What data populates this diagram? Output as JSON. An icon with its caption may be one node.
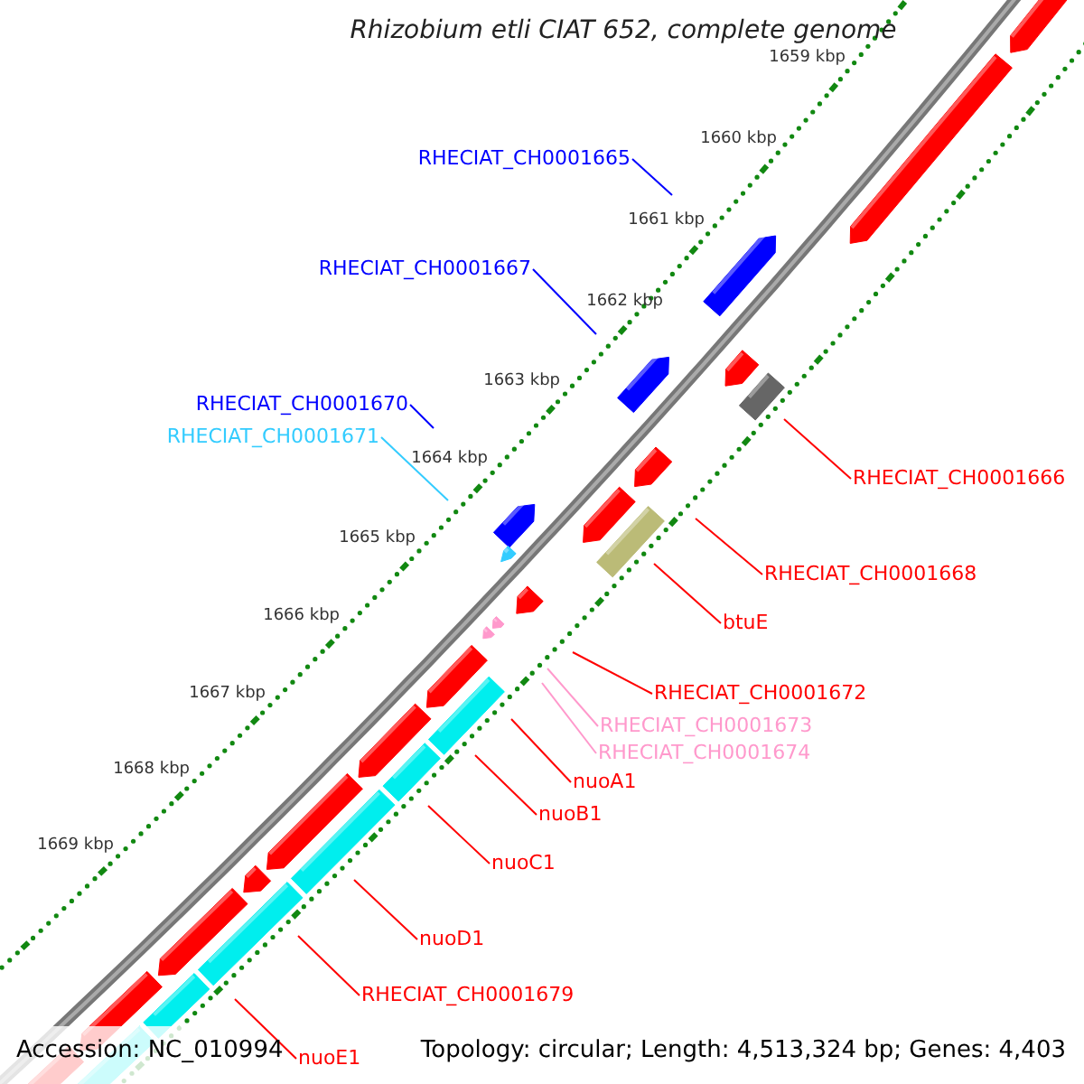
{
  "diagram": {
    "title": "Rhizobium etli CIAT 652, complete genome",
    "nodes": [
      {
        "text": [
          "RHECIAT_CH0001665"
        ]
      },
      {
        "text": [
          "RHECIAT_CH0001667"
        ]
      },
      {
        "text": [
          "RHECIAT_CH0001670"
        ]
      },
      {
        "text": [
          "RHECIAT_CH0001671"
        ]
      },
      {
        "text": [
          "RHECIAT_CH0001666"
        ]
      },
      {
        "text": [
          "RHECIAT_CH0001668"
        ]
      },
      {
        "text": [
          "btuE"
        ]
      },
      {
        "text": [
          "RHECIAT_CH0001672"
        ]
      },
      {
        "text": [
          "RHECIAT_CH0001673"
        ]
      },
      {
        "text": [
          "RHECIAT_CH0001674"
        ]
      },
      {
        "text": [
          "nuoA1"
        ]
      },
      {
        "text": [
          "nuoB1"
        ]
      },
      {
        "text": [
          "nuoC1"
        ]
      },
      {
        "text": [
          "nuoD1"
        ]
      },
      {
        "text": [
          "RHECIAT_CH0001679"
        ]
      },
      {
        "text": [
          "nuoE1"
        ]
      }
    ],
    "edges": [
      {
        "from": 0,
        "to": null,
        "arrow": "none",
        "color": "#0000ff"
      },
      {
        "from": 1,
        "to": null,
        "arrow": "none",
        "color": "#0000ff"
      },
      {
        "from": 2,
        "to": null,
        "arrow": "none",
        "color": "#0000ff"
      },
      {
        "from": 3,
        "to": null,
        "arrow": "none",
        "color": "#33ccff"
      },
      {
        "from": 4,
        "to": null,
        "arrow": "none"
      },
      {
        "from": 5,
        "to": null,
        "arrow": "none"
      },
      {
        "from": 6,
        "to": null,
        "arrow": "none"
      },
      {
        "from": 7,
        "to": null,
        "arrow": "none"
      },
      {
        "from": 8,
        "to": null,
        "arrow": "none",
        "color": "#ff99cc"
      },
      {
        "from": 9,
        "to": null,
        "arrow": "none",
        "color": "#ff99cc"
      },
      {
        "from": 10,
        "to": null,
        "arrow": "none"
      },
      {
        "from": 11,
        "to": null,
        "arrow": "none"
      },
      {
        "from": 12,
        "to": null,
        "arrow": "none"
      },
      {
        "from": 13,
        "to": null,
        "arrow": "none"
      },
      {
        "from": 14,
        "to": null,
        "arrow": "none"
      },
      {
        "from": 15,
        "to": null,
        "arrow": "none"
      }
    ],
    "labels": [
      "1659 kbp",
      "1660 kbp",
      "1661 kbp",
      "1662 kbp",
      "1663 kbp",
      "1664 kbp",
      "1665 kbp",
      "1666 kbp",
      "1667 kbp",
      "1668 kbp",
      "1669 kbp",
      "Accession: NC_010994",
      "Topology: circular; Length: 4,513,324 bp; Genes: 4,403"
    ]
  }
}
